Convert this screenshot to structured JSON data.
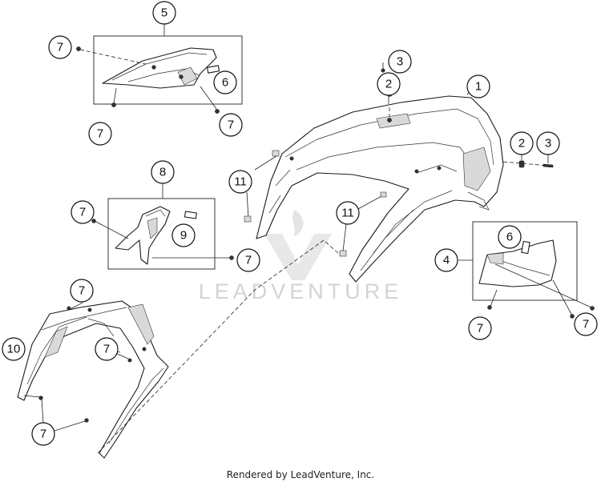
{
  "watermark": {
    "text": "LEADVENTURE"
  },
  "credit": "Rendered by LeadVenture, Inc.",
  "callouts": [
    "1",
    "2",
    "3",
    "4",
    "5",
    "6",
    "7",
    "8",
    "9",
    "10",
    "11"
  ]
}
